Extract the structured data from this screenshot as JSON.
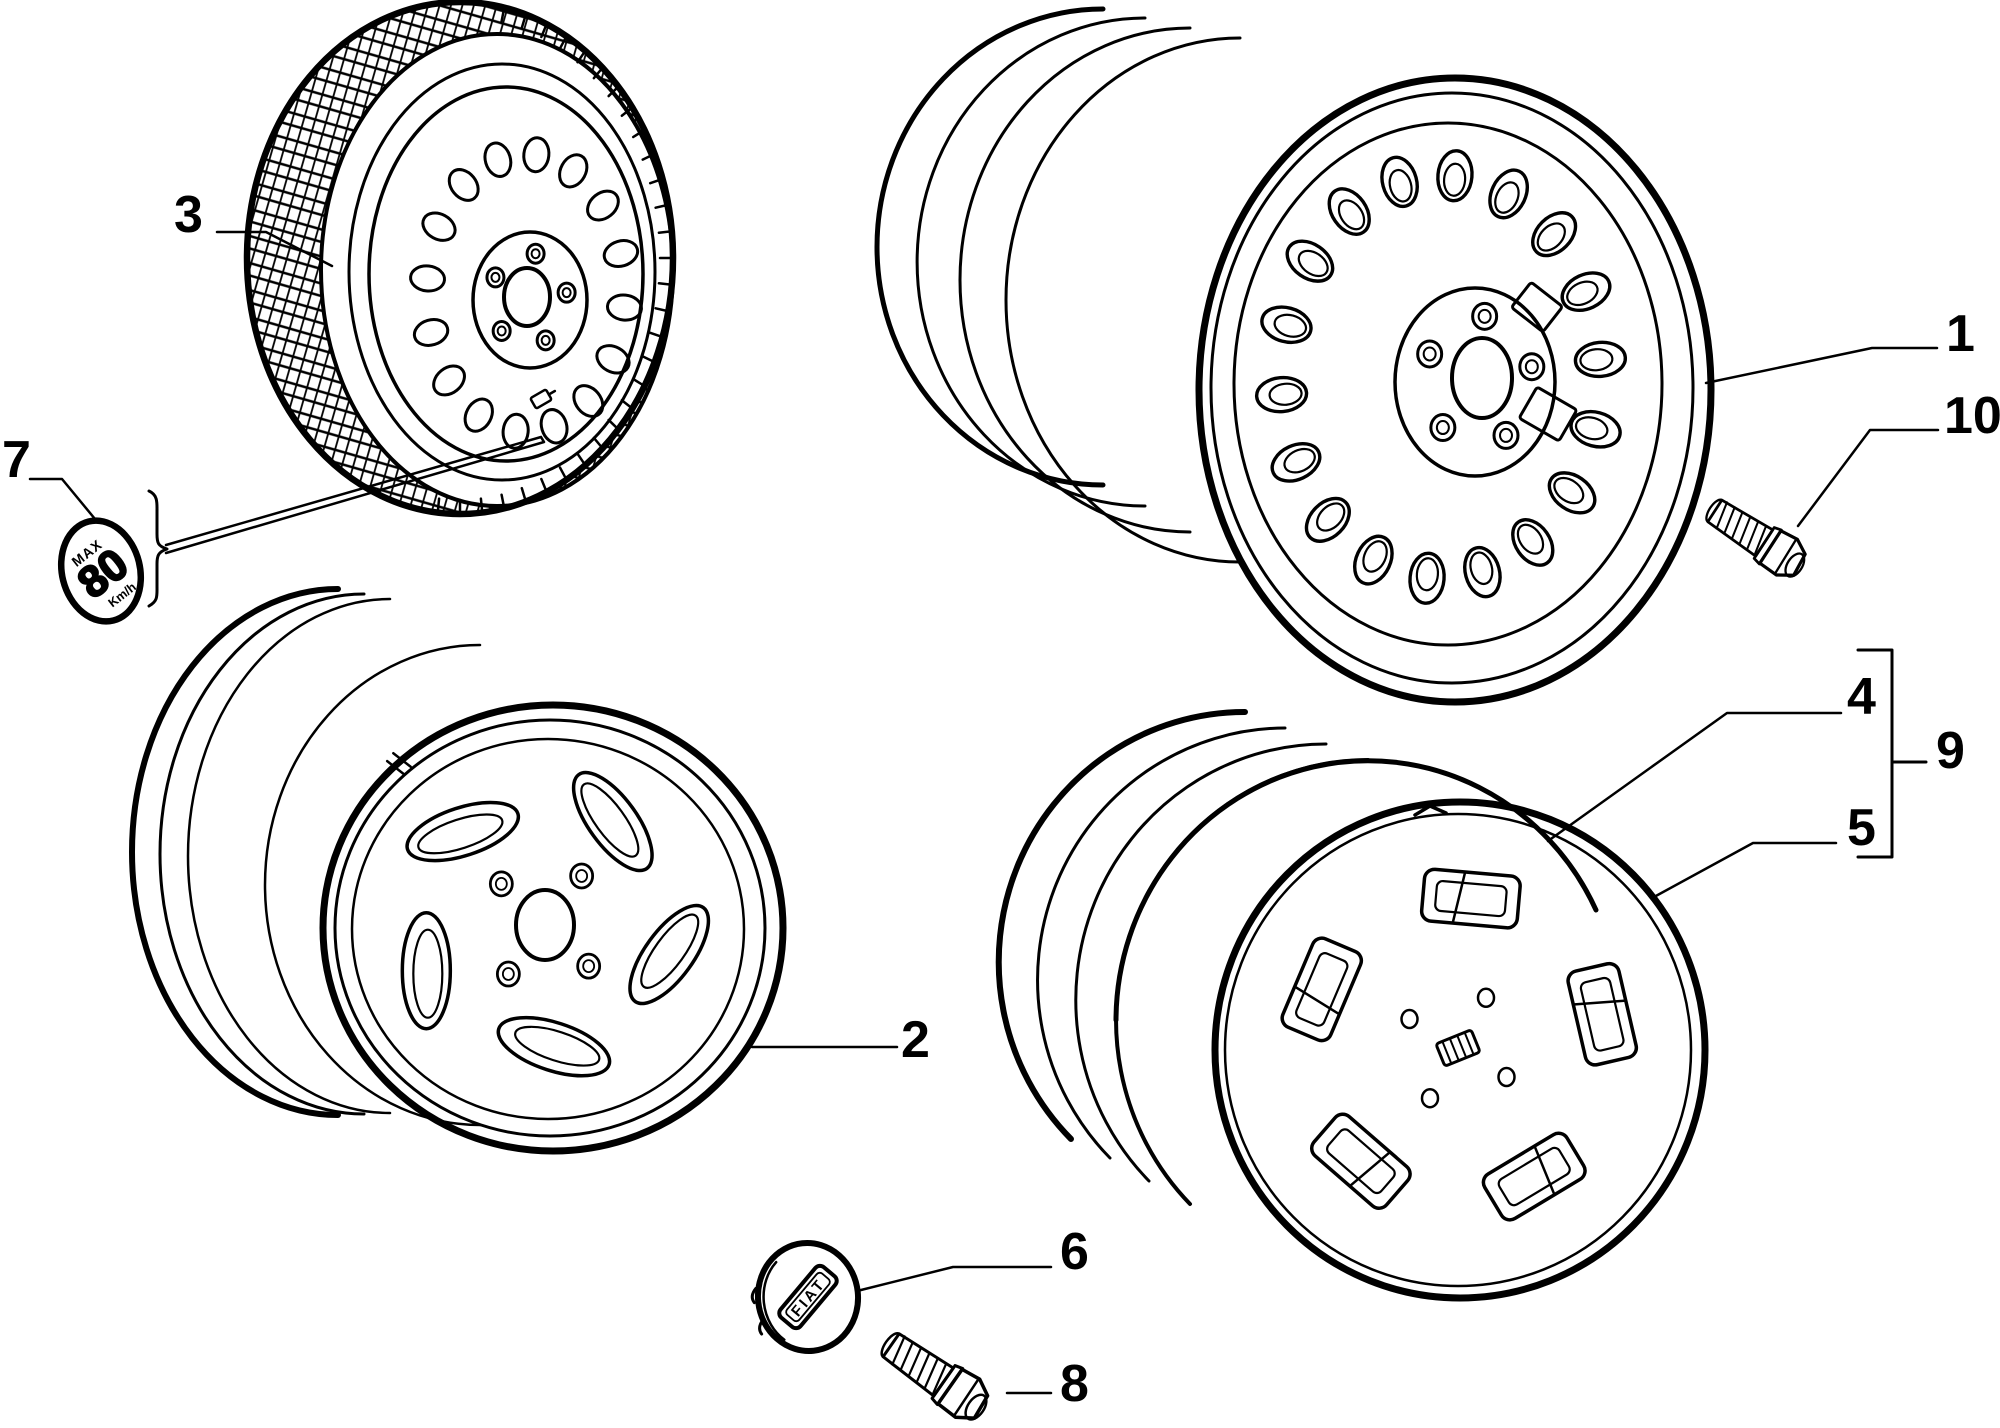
{
  "canvas": {
    "background": "#ffffff",
    "ink": "#000000"
  },
  "callouts": [
    {
      "label": "3"
    },
    {
      "label": "7"
    },
    {
      "label": "1"
    },
    {
      "label": "10"
    },
    {
      "label": "4"
    },
    {
      "label": "9"
    },
    {
      "label": "5"
    },
    {
      "label": "2"
    },
    {
      "label": "6"
    },
    {
      "label": "8"
    }
  ],
  "cap80": {
    "max": "MAX",
    "speed": "80",
    "unit": "Km/h"
  },
  "fiat_cap": {
    "brand": "FIAT"
  }
}
